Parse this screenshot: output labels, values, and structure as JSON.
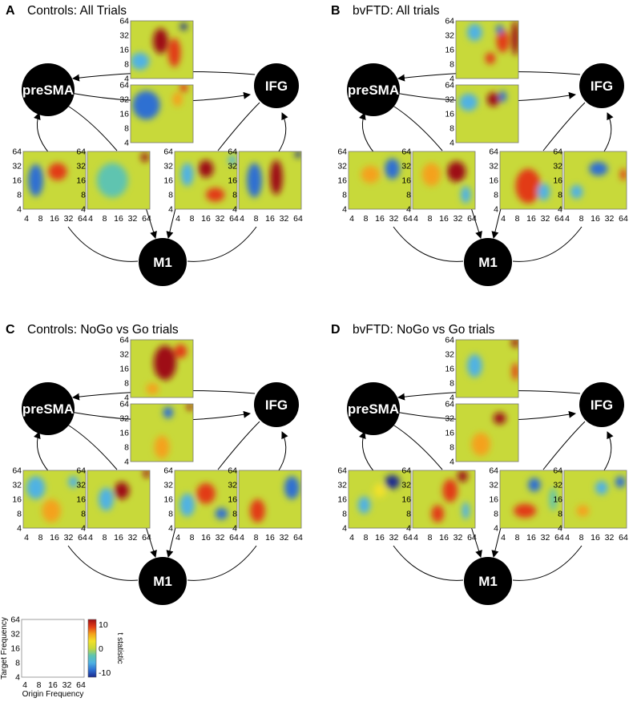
{
  "ticks": [
    "4",
    "8",
    "16",
    "32",
    "64"
  ],
  "nodes": {
    "presma": "preSMA",
    "ifg": "IFG",
    "m1": "M1"
  },
  "colorbar": {
    "ticks": [
      "10",
      "0",
      "-10"
    ],
    "label": "t statistic",
    "xlabel": "Origin Frequency",
    "ylabel": "Target Frequency",
    "colors": [
      "#1c2a8f",
      "#2d6fd2",
      "#4fb2e3",
      "#5ec4b0",
      "#c7d83a",
      "#f2e12a",
      "#f4a21a",
      "#e23b16",
      "#9e0f14"
    ]
  },
  "panels": [
    {
      "letter": "A",
      "title": "Controls: All Trials",
      "maps": [
        {
          "blobs": [
            [
              0.48,
              0.35,
              0.12,
              0.22,
              0.9
            ],
            [
              0.7,
              0.55,
              0.1,
              0.25,
              0.8
            ],
            [
              0.85,
              0.1,
              0.06,
              0.06,
              -1
            ],
            [
              0.15,
              0.7,
              0.15,
              0.15,
              -0.6
            ]
          ]
        },
        {
          "blobs": [
            [
              0.25,
              0.35,
              0.22,
              0.25,
              -0.8
            ],
            [
              0.75,
              0.25,
              0.08,
              0.12,
              0.5
            ],
            [
              0.85,
              0.05,
              0.06,
              0.08,
              0.7
            ]
          ]
        },
        {
          "blobs": [
            [
              0.2,
              0.5,
              0.12,
              0.28,
              -0.8
            ],
            [
              0.55,
              0.35,
              0.15,
              0.15,
              0.7
            ]
          ]
        },
        {
          "blobs": [
            [
              0.92,
              0.1,
              0.06,
              0.08,
              0.9
            ],
            [
              0.4,
              0.5,
              0.25,
              0.3,
              -0.3
            ]
          ]
        },
        {
          "blobs": [
            [
              0.5,
              0.3,
              0.12,
              0.15,
              0.9
            ],
            [
              0.65,
              0.75,
              0.15,
              0.12,
              0.7
            ],
            [
              0.2,
              0.4,
              0.1,
              0.2,
              -0.5
            ],
            [
              0.92,
              0.15,
              0.06,
              0.08,
              -0.6
            ]
          ]
        },
        {
          "blobs": [
            [
              0.6,
              0.45,
              0.1,
              0.3,
              0.9
            ],
            [
              0.25,
              0.5,
              0.12,
              0.3,
              -0.8
            ],
            [
              0.95,
              0.05,
              0.05,
              0.06,
              -0.9
            ]
          ]
        }
      ]
    },
    {
      "letter": "B",
      "title": "bvFTD: All trials",
      "maps": [
        {
          "blobs": [
            [
              0.3,
              0.2,
              0.12,
              0.15,
              -0.6
            ],
            [
              0.75,
              0.35,
              0.1,
              0.2,
              0.7
            ],
            [
              0.95,
              0.3,
              0.06,
              0.3,
              0.95
            ],
            [
              0.55,
              0.65,
              0.08,
              0.1,
              0.8
            ],
            [
              0.7,
              0.15,
              0.06,
              0.08,
              -0.7
            ]
          ]
        },
        {
          "blobs": [
            [
              0.6,
              0.25,
              0.1,
              0.12,
              0.95
            ],
            [
              0.75,
              0.2,
              0.06,
              0.1,
              -0.7
            ],
            [
              0.2,
              0.3,
              0.15,
              0.15,
              -0.4
            ]
          ]
        },
        {
          "blobs": [
            [
              0.7,
              0.3,
              0.12,
              0.18,
              -0.85
            ],
            [
              0.35,
              0.4,
              0.15,
              0.15,
              0.5
            ]
          ]
        },
        {
          "blobs": [
            [
              0.7,
              0.35,
              0.15,
              0.18,
              1.0
            ],
            [
              0.3,
              0.4,
              0.15,
              0.2,
              0.5
            ],
            [
              0.85,
              0.75,
              0.08,
              0.15,
              -0.4
            ]
          ]
        },
        {
          "blobs": [
            [
              0.45,
              0.6,
              0.2,
              0.3,
              0.7
            ],
            [
              0.7,
              0.7,
              0.1,
              0.15,
              -0.6
            ]
          ]
        },
        {
          "blobs": [
            [
              0.55,
              0.3,
              0.15,
              0.12,
              -0.7
            ],
            [
              0.95,
              0.4,
              0.05,
              0.1,
              0.8
            ],
            [
              0.2,
              0.7,
              0.1,
              0.12,
              -0.5
            ]
          ]
        }
      ]
    },
    {
      "letter": "C",
      "title": "Controls: NoGo vs Go trials",
      "maps": [
        {
          "blobs": [
            [
              0.55,
              0.4,
              0.18,
              0.3,
              0.95
            ],
            [
              0.8,
              0.2,
              0.1,
              0.12,
              0.8
            ],
            [
              0.35,
              0.85,
              0.1,
              0.1,
              0.6
            ]
          ]
        },
        {
          "blobs": [
            [
              0.6,
              0.15,
              0.08,
              0.1,
              -0.85
            ],
            [
              0.95,
              0.05,
              0.05,
              0.06,
              0.9
            ],
            [
              0.5,
              0.75,
              0.12,
              0.2,
              0.5
            ]
          ]
        },
        {
          "blobs": [
            [
              0.45,
              0.7,
              0.15,
              0.2,
              0.6
            ],
            [
              0.2,
              0.3,
              0.15,
              0.2,
              -0.5
            ],
            [
              0.8,
              0.2,
              0.08,
              0.1,
              -0.6
            ]
          ]
        },
        {
          "blobs": [
            [
              0.55,
              0.35,
              0.12,
              0.15,
              0.95
            ],
            [
              0.95,
              0.05,
              0.05,
              0.08,
              0.95
            ],
            [
              0.3,
              0.5,
              0.12,
              0.2,
              -0.6
            ]
          ]
        },
        {
          "blobs": [
            [
              0.5,
              0.4,
              0.15,
              0.18,
              0.8
            ],
            [
              0.2,
              0.6,
              0.12,
              0.2,
              -0.5
            ],
            [
              0.75,
              0.75,
              0.1,
              0.1,
              -0.7
            ]
          ]
        },
        {
          "blobs": [
            [
              0.3,
              0.7,
              0.12,
              0.2,
              0.85
            ],
            [
              0.85,
              0.3,
              0.12,
              0.2,
              -0.7
            ]
          ]
        }
      ]
    },
    {
      "letter": "D",
      "title": "bvFTD: NoGo vs Go trials",
      "maps": [
        {
          "blobs": [
            [
              0.95,
              0.05,
              0.06,
              0.08,
              0.95
            ],
            [
              0.3,
              0.45,
              0.12,
              0.2,
              -0.4
            ],
            [
              0.95,
              0.55,
              0.05,
              0.15,
              0.7
            ]
          ]
        },
        {
          "blobs": [
            [
              0.7,
              0.25,
              0.1,
              0.1,
              0.95
            ],
            [
              0.4,
              0.7,
              0.15,
              0.2,
              0.6
            ]
          ]
        },
        {
          "blobs": [
            [
              0.7,
              0.2,
              0.12,
              0.12,
              -0.9
            ],
            [
              0.25,
              0.6,
              0.1,
              0.15,
              -0.5
            ],
            [
              0.5,
              0.35,
              0.1,
              0.12,
              0.3
            ]
          ]
        },
        {
          "blobs": [
            [
              0.6,
              0.35,
              0.12,
              0.2,
              0.8
            ],
            [
              0.8,
              0.1,
              0.08,
              0.1,
              0.9
            ],
            [
              0.4,
              0.75,
              0.1,
              0.15,
              0.7
            ],
            [
              0.85,
              0.7,
              0.06,
              0.15,
              -0.4
            ]
          ]
        },
        {
          "blobs": [
            [
              0.55,
              0.25,
              0.1,
              0.12,
              -0.7
            ],
            [
              0.4,
              0.7,
              0.18,
              0.12,
              0.7
            ],
            [
              0.85,
              0.5,
              0.06,
              0.2,
              -0.3
            ]
          ]
        },
        {
          "blobs": [
            [
              0.6,
              0.3,
              0.1,
              0.12,
              -0.6
            ],
            [
              0.9,
              0.2,
              0.08,
              0.1,
              -0.7
            ],
            [
              0.3,
              0.7,
              0.1,
              0.1,
              0.4
            ]
          ]
        }
      ]
    }
  ]
}
